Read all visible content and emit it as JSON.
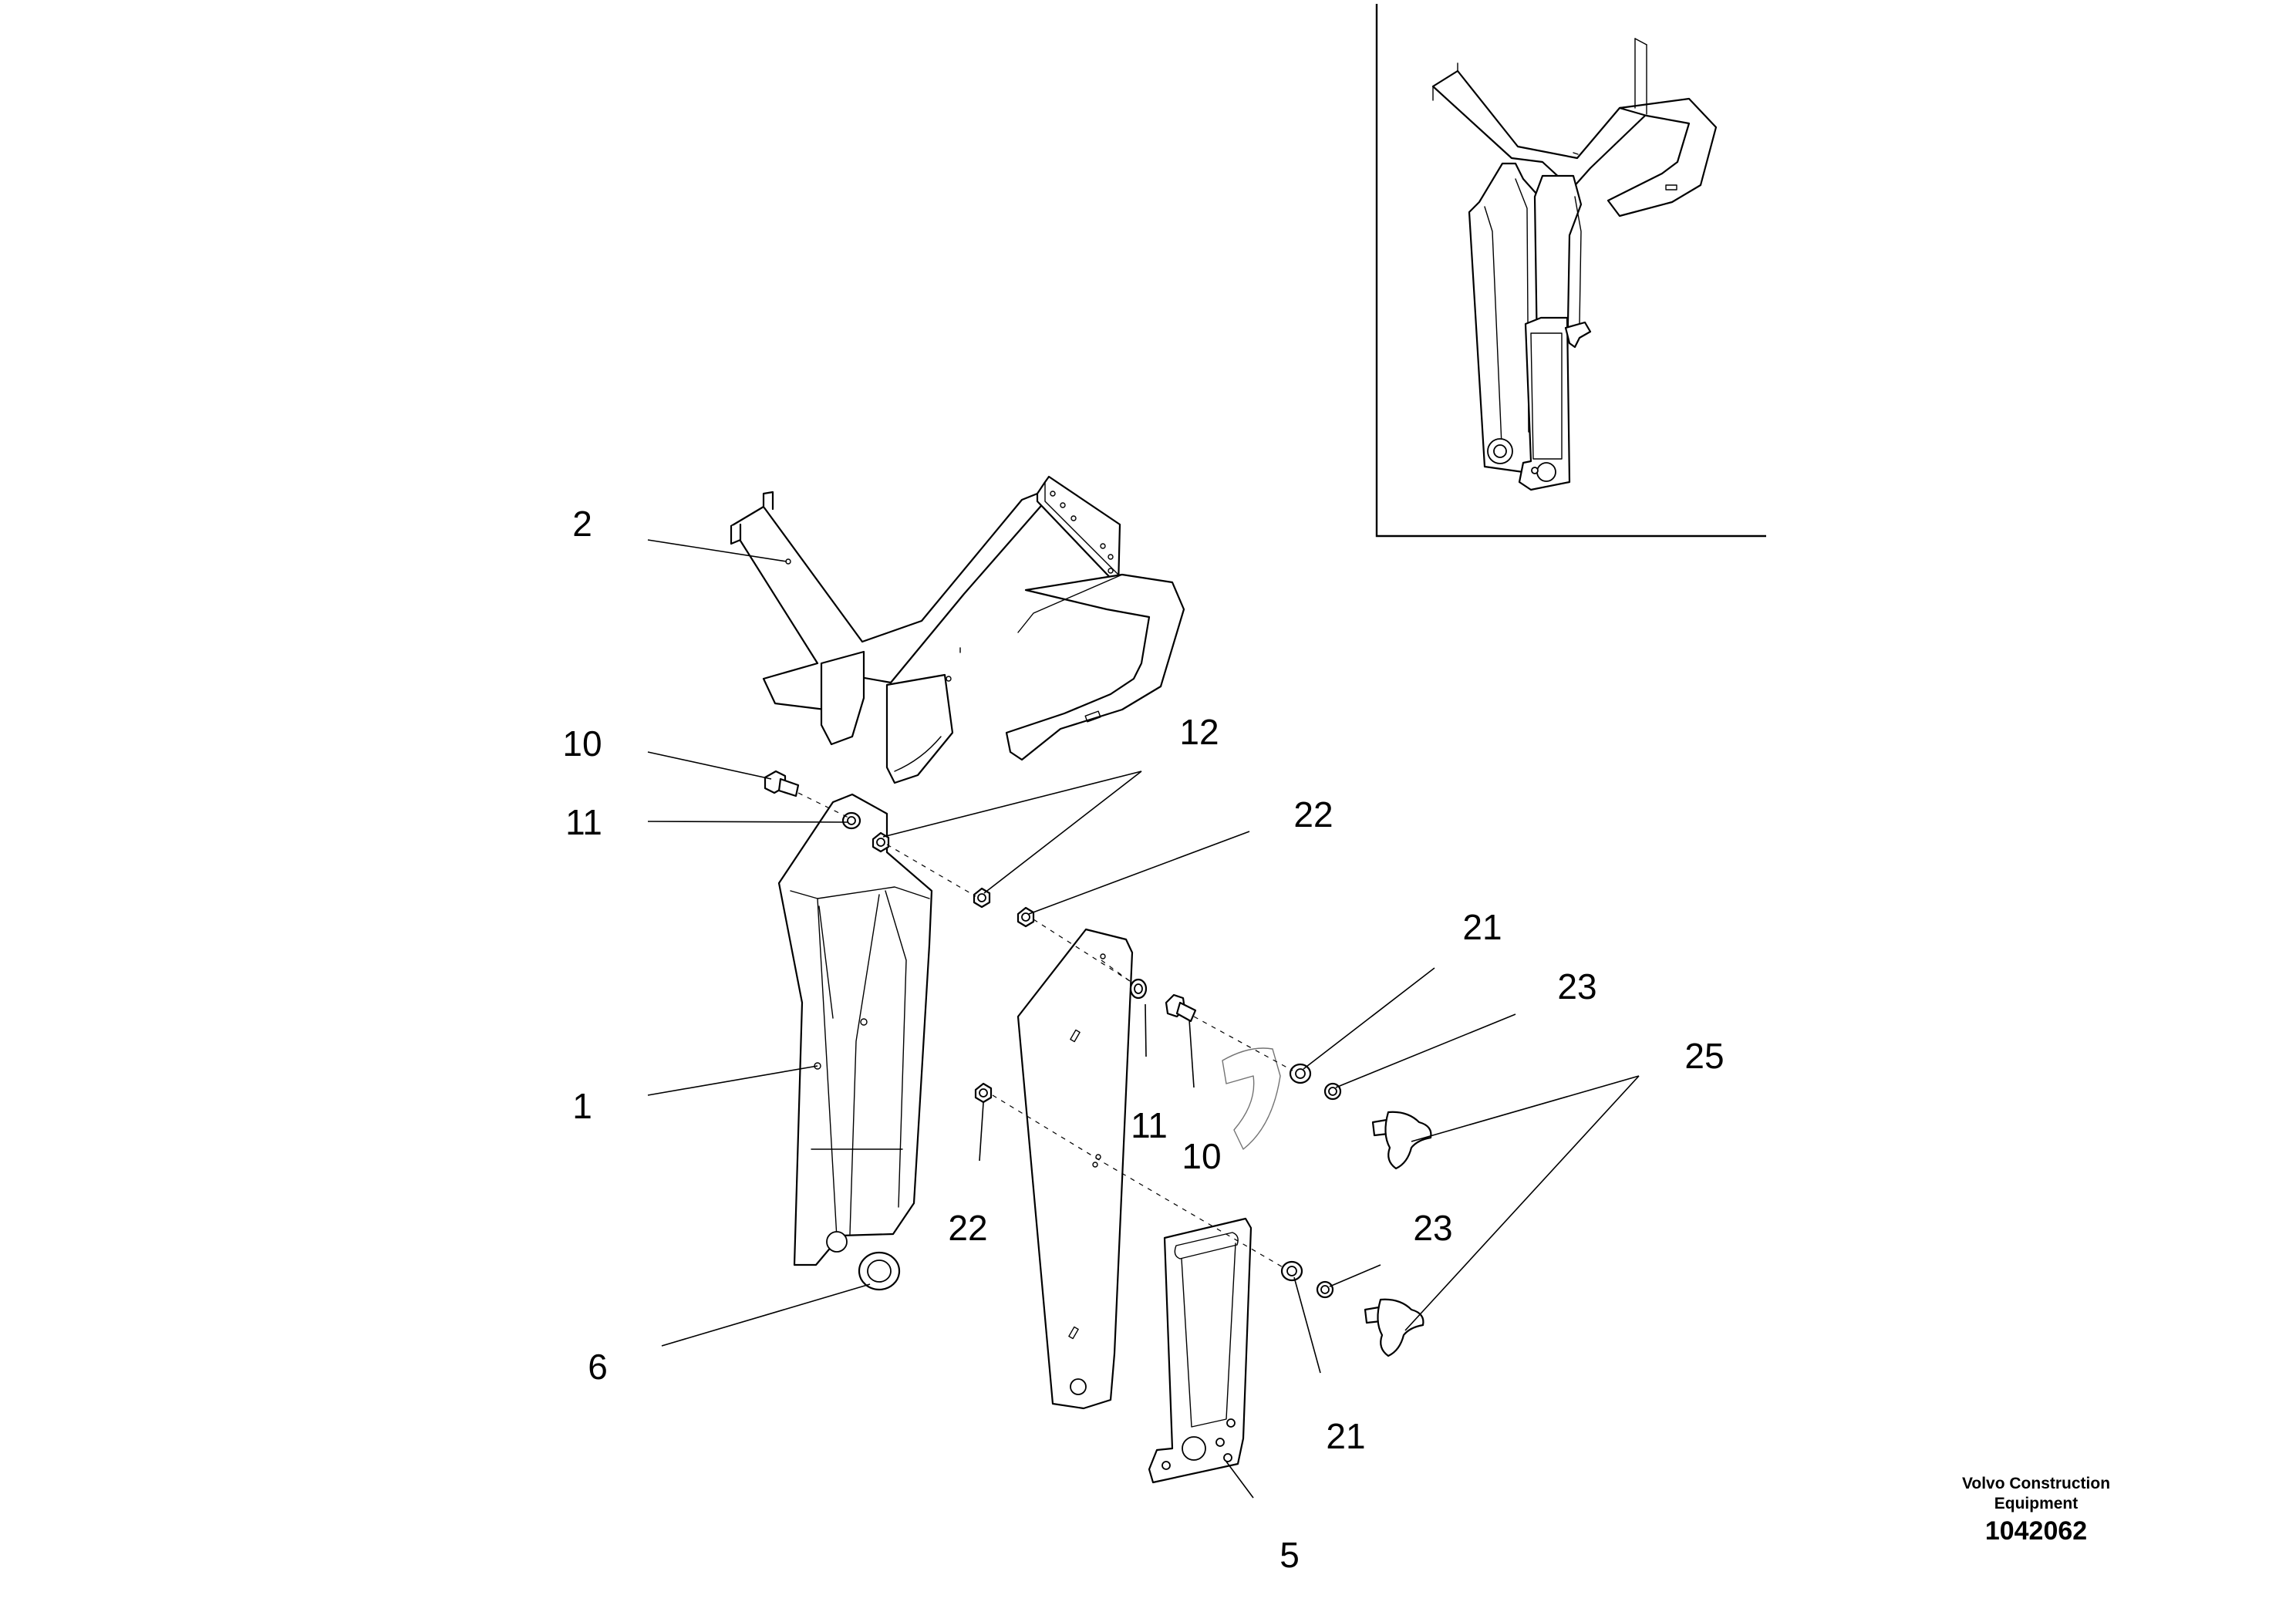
{
  "callouts": {
    "c2": "2",
    "c10a": "10",
    "c11a": "11",
    "c12": "12",
    "c22a": "22",
    "c21a": "21",
    "c23a": "23",
    "c25": "25",
    "c1": "1",
    "c11b": "11",
    "c10b": "10",
    "c22b": "22",
    "c23b": "23",
    "c6": "6",
    "c21b": "21",
    "c5": "5"
  },
  "footer": {
    "brand_line1": "Volvo Construction",
    "brand_line2": "Equipment",
    "drawing_number": "1042062"
  }
}
